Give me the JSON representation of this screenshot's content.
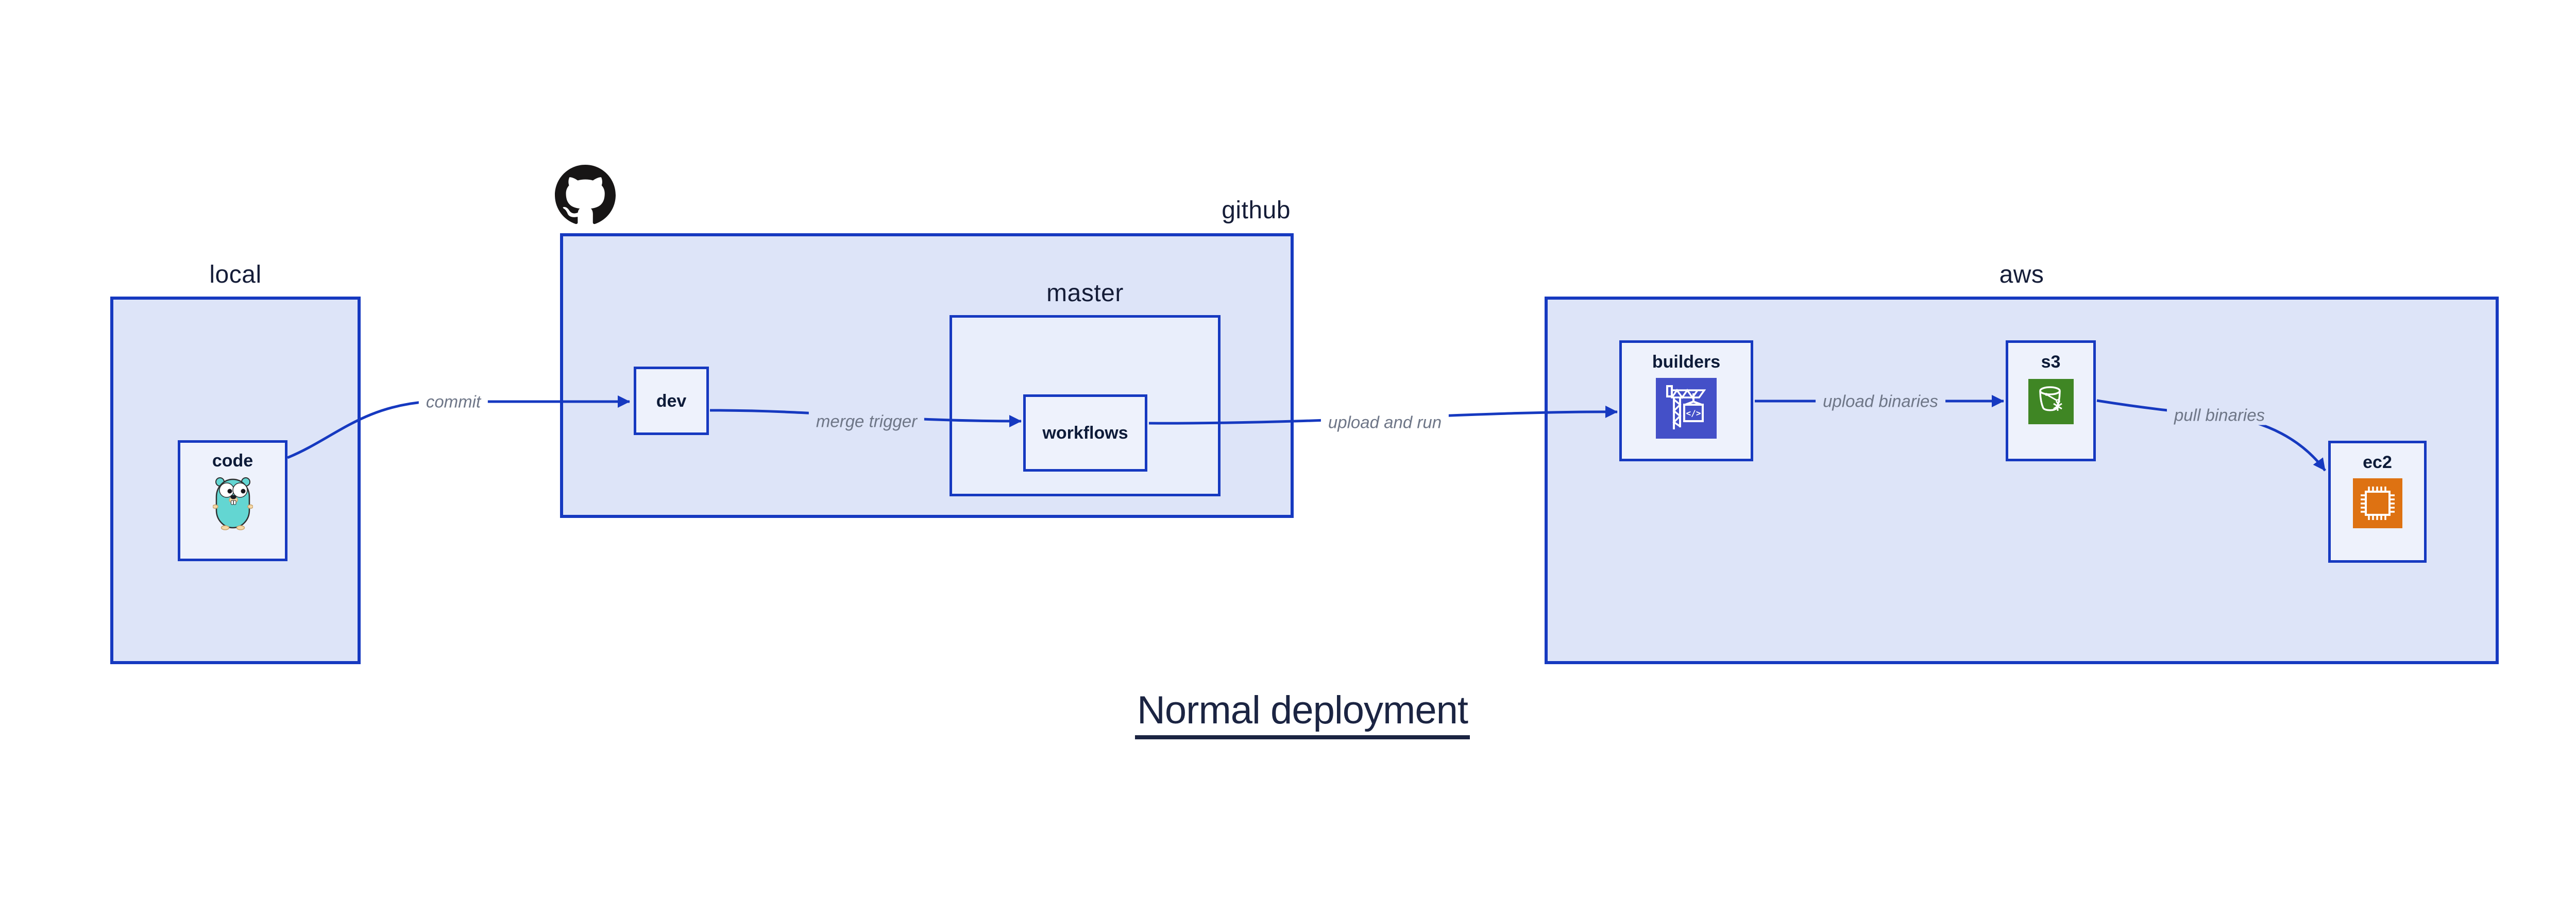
{
  "diagram": {
    "title": "Normal deployment",
    "containers": {
      "local": {
        "label": "local"
      },
      "github": {
        "label": "github",
        "icon": "github-octocat-icon"
      },
      "master": {
        "label": "master"
      },
      "aws": {
        "label": "aws"
      }
    },
    "nodes": {
      "code": {
        "label": "code",
        "icon": "go-gopher-icon"
      },
      "dev": {
        "label": "dev"
      },
      "workflows": {
        "label": "workflows"
      },
      "builders": {
        "label": "builders",
        "icon": "aws-codebuild-icon",
        "icon_glyph": "</>"
      },
      "s3": {
        "label": "s3",
        "icon": "aws-s3-bucket-icon"
      },
      "ec2": {
        "label": "ec2",
        "icon": "aws-ec2-chip-icon"
      }
    },
    "edges": [
      {
        "from": "code",
        "to": "dev",
        "label": "commit"
      },
      {
        "from": "dev",
        "to": "workflows",
        "label": "merge trigger"
      },
      {
        "from": "workflows",
        "to": "builders",
        "label": "upload and run"
      },
      {
        "from": "builders",
        "to": "s3",
        "label": "upload binaries"
      },
      {
        "from": "s3",
        "to": "ec2",
        "label": "pull binaries"
      }
    ],
    "colors": {
      "line": "#1639c0",
      "container-fill": "#dde4f8",
      "master-fill": "#e9eefb",
      "node-fill": "#eef2fc",
      "node-text": "#0d1b38",
      "container-text": "#151d38",
      "edge-text": "#6e7687",
      "title-text": "#1b2442",
      "octocat": "#171515",
      "codebuild": "#4450c8",
      "s3-green": "#3f8624",
      "ec2-orange": "#de7212",
      "gopher-body": "#63d6d2",
      "gopher-accent": "#f5d8a6"
    }
  }
}
